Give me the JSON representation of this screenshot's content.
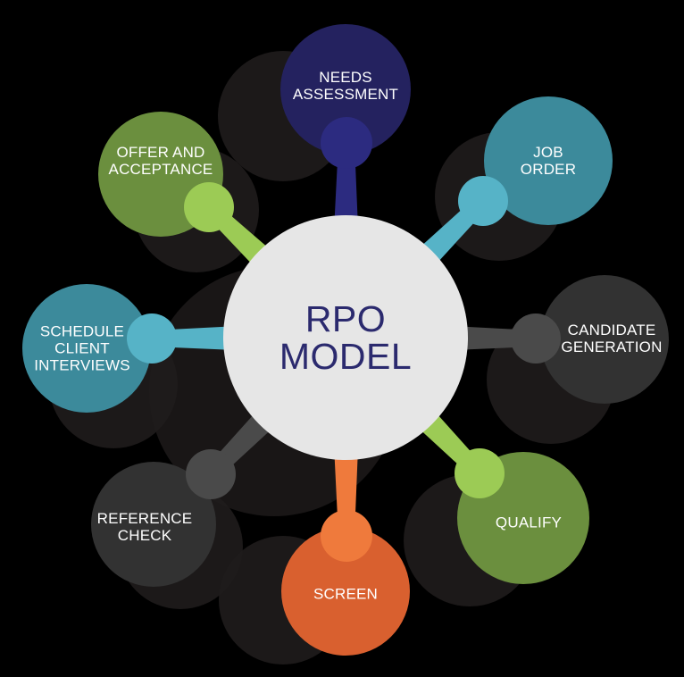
{
  "center": {
    "label": "RPO\nMODEL",
    "color": "#e6e6e6",
    "text_color": "#2b2a6e"
  },
  "nodes": [
    {
      "id": "needs-assessment",
      "label": "NEEDS\nASSESSMENT",
      "color": "#24225f",
      "knob_color": "#2c2b80"
    },
    {
      "id": "job-order",
      "label": "JOB\nORDER",
      "color": "#3c8a9b",
      "knob_color": "#56b3c7"
    },
    {
      "id": "candidate-generation",
      "label": "CANDIDATE\nGENERATION",
      "color": "#323232",
      "knob_color": "#4a4a4a"
    },
    {
      "id": "qualify",
      "label": "QUALIFY",
      "color": "#6b8f3e",
      "knob_color": "#9ccb55"
    },
    {
      "id": "screen",
      "label": "SCREEN",
      "color": "#d9602f",
      "knob_color": "#ef7a3c"
    },
    {
      "id": "reference-check",
      "label": "REFERENCE\nCHECK",
      "color": "#323232",
      "knob_color": "#4a4a4a"
    },
    {
      "id": "schedule-client-interviews",
      "label": "SCHEDULE\nCLIENT\nINTERVIEWS",
      "color": "#3c8a9b",
      "knob_color": "#56b3c7"
    },
    {
      "id": "offer-and-acceptance",
      "label": "OFFER AND\nACCEPTANCE",
      "color": "#6b8f3e",
      "knob_color": "#9ccb55"
    }
  ]
}
